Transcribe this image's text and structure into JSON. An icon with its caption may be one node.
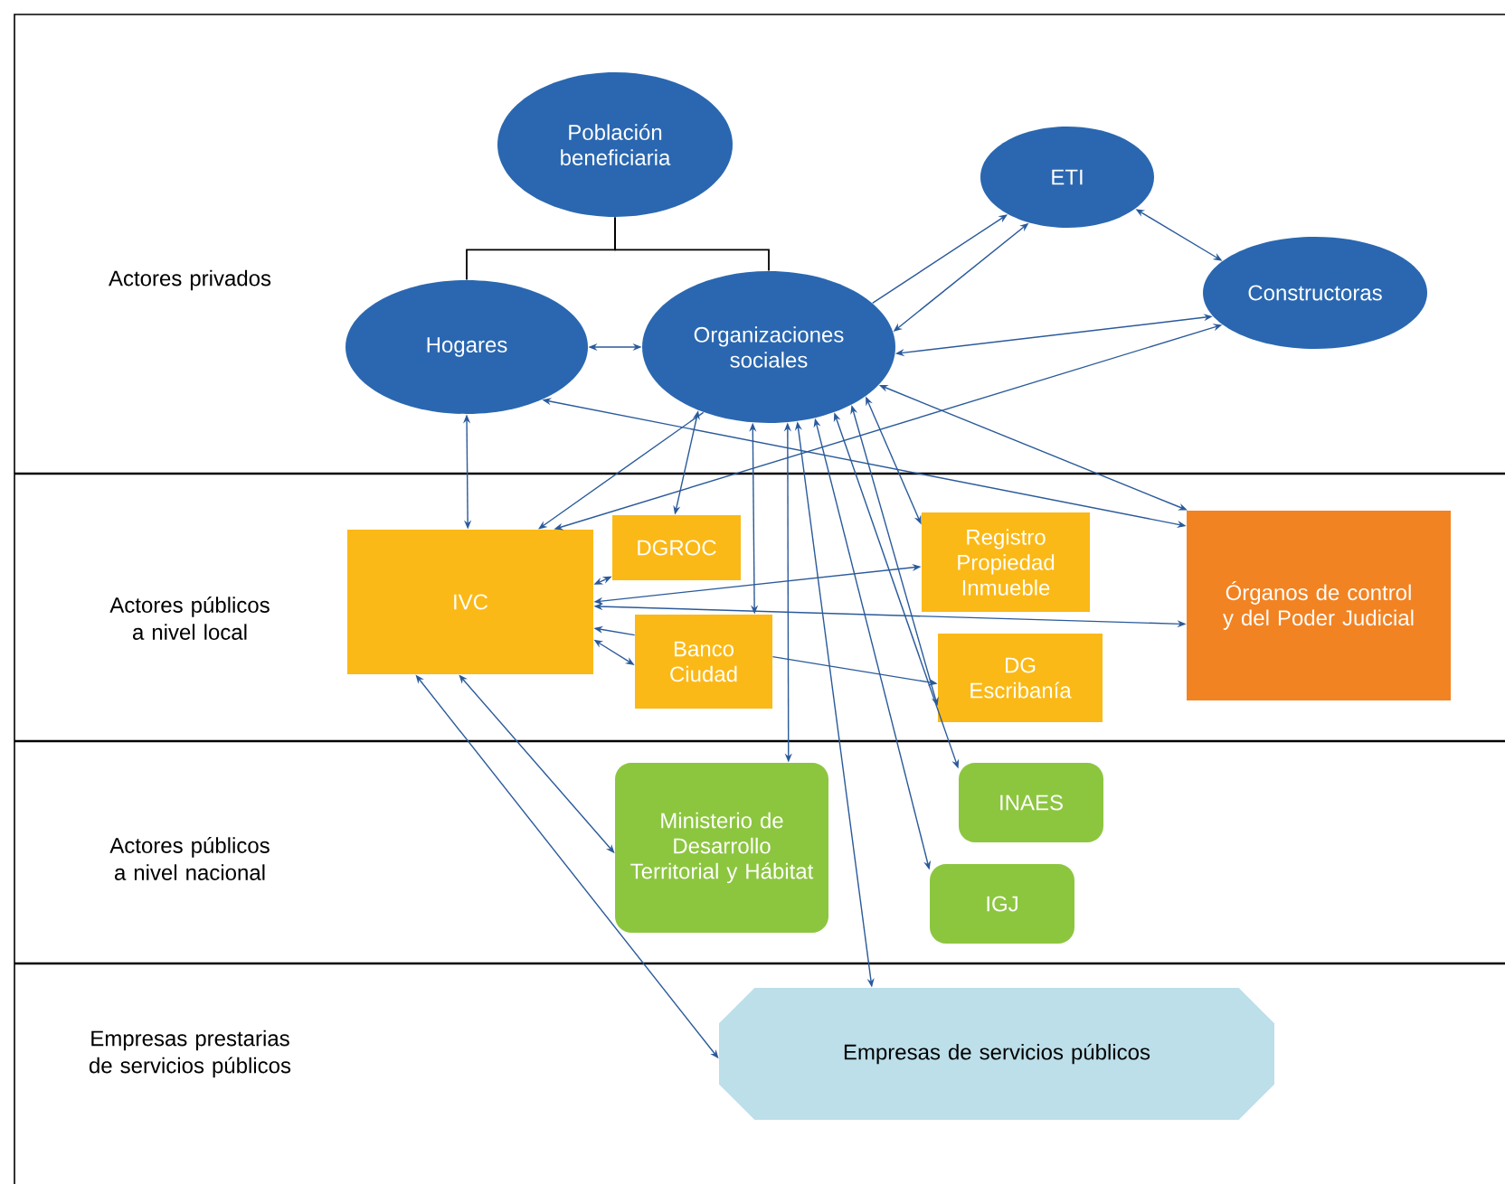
{
  "diagram": {
    "nodes": [
      {
        "text": [
          "Población beneficiaria"
        ]
      },
      {
        "text": [
          "ETI"
        ]
      },
      {
        "text": [
          "Hogares"
        ]
      },
      {
        "text": [
          "Organizaciones sociales"
        ]
      },
      {
        "text": [
          "Constructoras"
        ]
      },
      {
        "text": [
          "IVC"
        ]
      },
      {
        "text": [
          "DGROC"
        ]
      },
      {
        "text": [
          "Registro Propiedad Inmueble"
        ]
      },
      {
        "text": [
          "Órganos de control y del Poder Judicial"
        ]
      },
      {
        "text": [
          "Banco Ciudad"
        ]
      },
      {
        "text": [
          "DG Escribanía"
        ]
      },
      {
        "text": [
          "Ministerio de Desarrollo Territorial y Hábitat"
        ]
      },
      {
        "text": [
          "INAES"
        ]
      },
      {
        "text": [
          "IGJ"
        ]
      },
      {
        "text": [
          "Empresas de servicios públicos"
        ]
      }
    ],
    "edges": [
      {
        "from": 0,
        "to": 2,
        "arrow": "none",
        "color": "#000000"
      },
      {
        "from": 0,
        "to": 3,
        "arrow": "none",
        "color": "#000000"
      },
      {
        "from": 2,
        "to": 3,
        "arrow": "both"
      },
      {
        "from": 3,
        "to": 1,
        "arrow": "to"
      },
      {
        "from": 3,
        "to": 1,
        "arrow": "both"
      },
      {
        "from": 1,
        "to": 4,
        "arrow": "both"
      },
      {
        "from": 3,
        "to": 4,
        "arrow": "both"
      },
      {
        "from": 5,
        "to": 4,
        "arrow": "both"
      },
      {
        "from": 3,
        "to": 5,
        "arrow": "to"
      },
      {
        "from": 3,
        "to": 6,
        "arrow": "both"
      },
      {
        "from": 2,
        "to": 5,
        "arrow": "both"
      },
      {
        "from": 2,
        "to": 8,
        "arrow": "both"
      },
      {
        "from": 3,
        "to": 8,
        "arrow": "both"
      },
      {
        "from": 3,
        "to": 7,
        "arrow": "both"
      },
      {
        "from": 3,
        "to": 9,
        "arrow": "both"
      },
      {
        "from": 3,
        "to": 11,
        "arrow": "both"
      },
      {
        "from": 3,
        "to": 14,
        "arrow": "both"
      },
      {
        "from": 3,
        "to": 10,
        "arrow": "both"
      },
      {
        "from": 3,
        "to": 12,
        "arrow": "both"
      },
      {
        "from": 3,
        "to": 13,
        "arrow": "both"
      },
      {
        "from": 5,
        "to": 7,
        "arrow": "both"
      },
      {
        "from": 5,
        "to": 8,
        "arrow": "both"
      },
      {
        "from": 5,
        "to": 6,
        "arrow": "both"
      },
      {
        "from": 9,
        "to": 5,
        "arrow": "to"
      },
      {
        "from": 5,
        "to": 9,
        "arrow": "both"
      },
      {
        "from": 9,
        "to": 10,
        "arrow": "to"
      },
      {
        "from": 5,
        "to": 14,
        "arrow": "both"
      },
      {
        "from": 5,
        "to": 11,
        "arrow": "both"
      }
    ],
    "labels": [
      "Actores privados",
      "Actores públicos a nivel local",
      "Actores públicos a nivel nacional",
      "Empresas prestarias de servicios públicos"
    ]
  }
}
